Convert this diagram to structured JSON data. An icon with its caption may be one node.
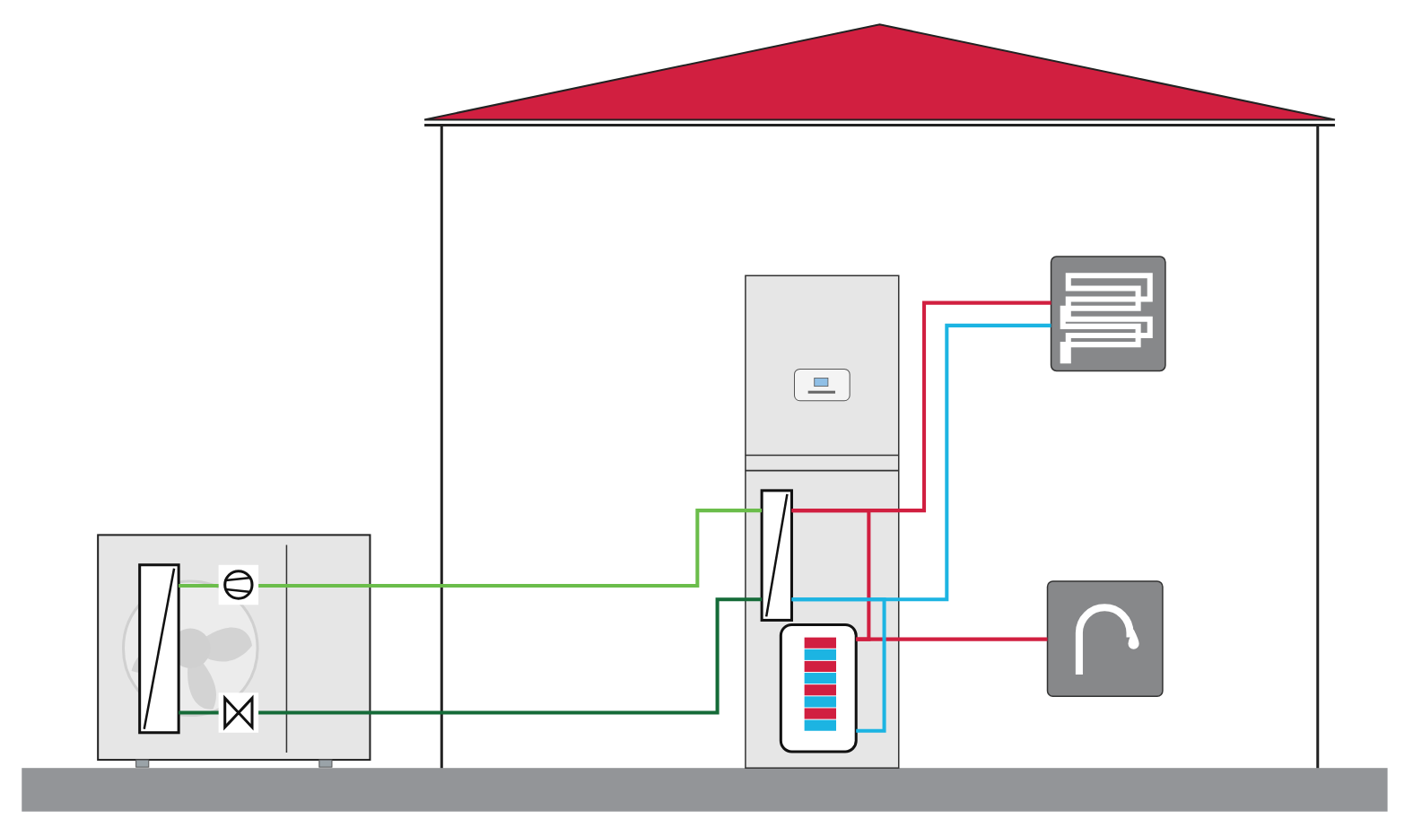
{
  "diagram": {
    "nodes": [
      {
        "text": [],
        "shape": "box"
      },
      {
        "text": [],
        "shape": "box",
        "in": 0
      },
      {
        "text": [],
        "shape": "picture",
        "in": 0
      },
      {
        "text": [],
        "shape": "picture",
        "in": 0
      },
      {
        "text": [],
        "shape": "box"
      },
      {
        "text": [],
        "shape": "box",
        "in": 4
      },
      {
        "text": [],
        "shape": "box",
        "in": 4
      },
      {
        "text": [],
        "shape": "box"
      },
      {
        "text": [],
        "shape": "box"
      }
    ],
    "edges": [
      {
        "from": 1,
        "to": 2,
        "arrow": "none",
        "color": "#6bbd4b"
      },
      {
        "from": 2,
        "to": 5,
        "arrow": "none",
        "color": "#6bbd4b"
      },
      {
        "from": 1,
        "to": 3,
        "arrow": "none",
        "color": "#156b38"
      },
      {
        "from": 3,
        "to": 5,
        "arrow": "none",
        "color": "#156b38"
      },
      {
        "from": 5,
        "to": 7,
        "arrow": "none",
        "color": "#d11f40"
      },
      {
        "from": 7,
        "to": 5,
        "arrow": "none",
        "color": "#1cb4e2"
      },
      {
        "from": 5,
        "to": 6,
        "arrow": "none",
        "color": "#d11f40"
      },
      {
        "from": 6,
        "to": 8,
        "arrow": "none",
        "color": "#d11f40"
      },
      {
        "from": 6,
        "to": 5,
        "arrow": "none",
        "color": "#1cb4e2"
      }
    ]
  }
}
